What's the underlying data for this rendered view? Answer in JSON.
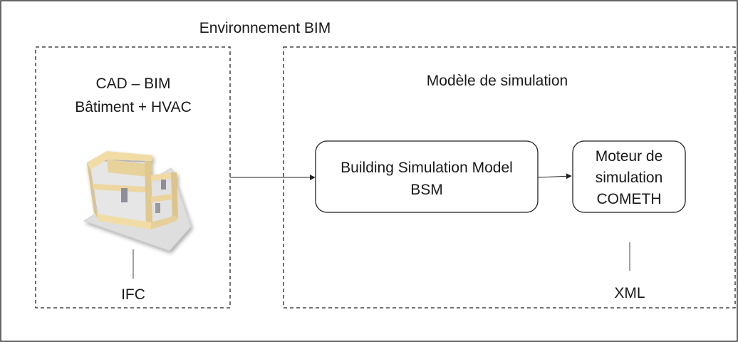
{
  "title": "Environnement BIM",
  "left_panel": {
    "heading_line1": "CAD – BIM",
    "heading_line2": "Bâtiment + HVAC",
    "output_label": "IFC"
  },
  "right_panel": {
    "heading": "Modèle de simulation",
    "bsm_line1": "Building Simulation Model",
    "bsm_line2": "BSM",
    "engine_line1": "Moteur de",
    "engine_line2": "simulation",
    "engine_line3": "COMETH",
    "output_label": "XML"
  },
  "colors": {
    "wall_top": "#f2dca6",
    "wall_face": "#dcc48a",
    "floor": "#e4e4e4",
    "base": "#dedede",
    "door": "#8e8e98",
    "line": "#222222"
  },
  "icons": {
    "building": "building-3d-model-icon"
  }
}
